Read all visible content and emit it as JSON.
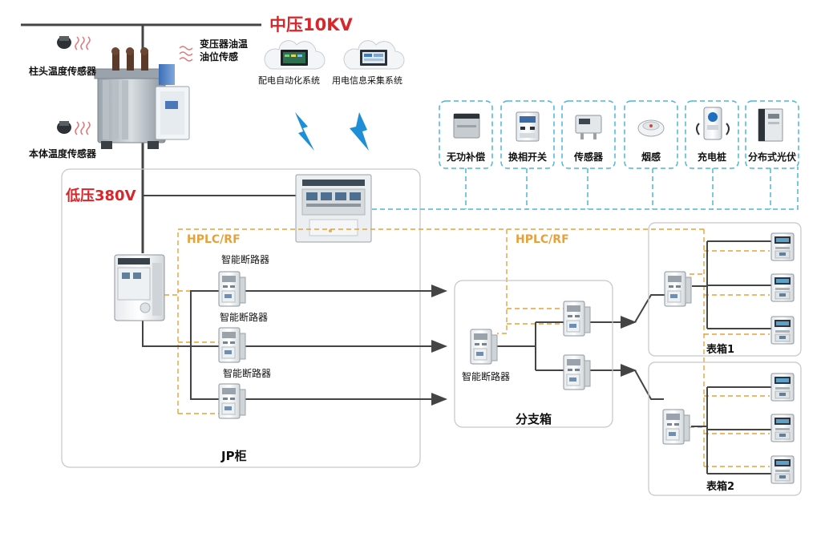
{
  "labels": {
    "medium_voltage": "中压10KV",
    "low_voltage": "低压380V",
    "pole_sensor": "柱头温度传感器",
    "body_sensor": "本体温度传感器",
    "oil_sensor_line1": "变压器油温",
    "oil_sensor_line2": "油位传感",
    "dist_automation": "配电自动化系统",
    "info_collection": "用电信息采集系统",
    "hplc_left": "HPLC/RF",
    "hplc_right": "HPLC/RF",
    "breaker_1": "智能断路器",
    "breaker_2": "智能断路器",
    "breaker_3": "智能断路器",
    "breaker_branch": "智能断路器",
    "jp_cabinet": "JP柜",
    "branch_box": "分支箱",
    "meter_box_1": "表箱1",
    "meter_box_2": "表箱2"
  },
  "devices": [
    {
      "label": "无功补偿",
      "icon": "capacitor-icon"
    },
    {
      "label": "换相开关",
      "icon": "phase-switch-icon"
    },
    {
      "label": "传感器",
      "icon": "sensor-icon"
    },
    {
      "label": "烟感",
      "icon": "smoke-detector-icon"
    },
    {
      "label": "充电桩",
      "icon": "charging-pile-icon"
    },
    {
      "label": "分布式光伏",
      "icon": "pv-inverter-icon"
    }
  ],
  "colors": {
    "power_line": "#444444",
    "hplc_dash": "#e8a13a",
    "device_dash": "#4db6d6",
    "title_red": "#d9262a",
    "lightning": "#1e8fd6"
  }
}
